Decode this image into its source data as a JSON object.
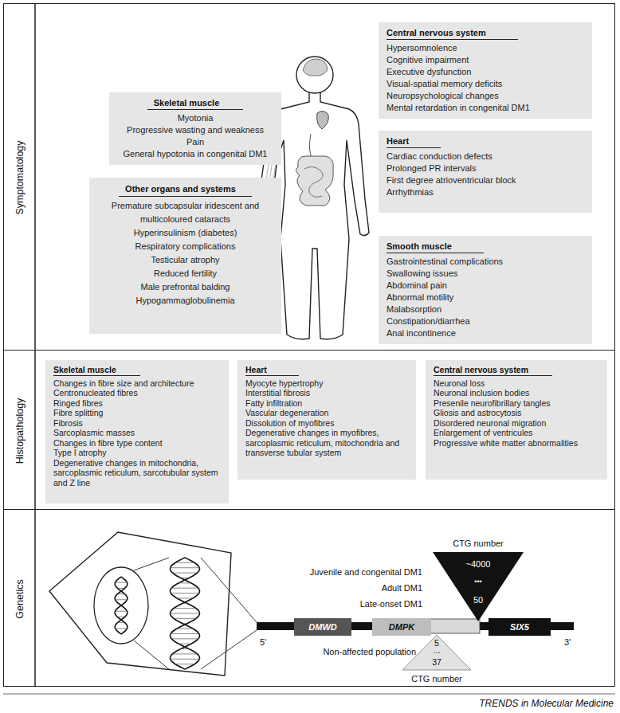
{
  "diagram": {
    "nodes": [
      {
        "text": [
          "Symptomatology"
        ]
      },
      {
        "text": [
          "Central nervous system",
          "Hypersomnolence",
          "Cognitive impairment",
          "Executive dysfunction",
          "Visual-spatial memory deficits",
          "Neuropsychological changes",
          "Mental retardation in congenital DM1"
        ],
        "in": 0
      },
      {
        "text": [
          "Skeletal muscle",
          "Myotonia",
          "Progressive wasting and weakness",
          "Pain",
          "General hypotonia in congenital DM1"
        ],
        "in": 0
      },
      {
        "text": [
          "Heart",
          "Cardiac conduction defects",
          "Prolonged PR intervals",
          "First degree atrioventricular block",
          "Arrhythmias"
        ],
        "in": 0
      },
      {
        "text": [
          "Other organs and systems",
          "Premature subcapsular iridescent and multicoloured cataracts",
          "Hyperinsulinism (diabetes)",
          "Respiratory complications",
          "Testicular atrophy",
          "Reduced fertility",
          "Male prefrontal balding",
          "Hypogammaglobulinemia"
        ],
        "in": 0
      },
      {
        "text": [
          "Smooth muscle",
          "Gastrointestinal complications",
          "Swallowing issues",
          "Abdominal pain",
          "Abnormal motility",
          "Malabsorption",
          "Constipation/diarrhea",
          "Anal incontinence"
        ],
        "in": 0
      },
      {
        "text": [
          "Histopathology"
        ]
      },
      {
        "text": [
          "Skeletal muscle",
          "Changes in fibre size and architecture",
          "Centronucleated fibres",
          "Ringed fibres",
          "Fibre splitting",
          "Fibrosis",
          "Sarcoplasmic masses",
          "Changes in fibre type content",
          "Type I atrophy",
          "Degenerative changes in mitochondria, sarcoplasmic reticulum, sarcotubular system and Z line"
        ],
        "in": 6
      },
      {
        "text": [
          "Heart",
          "Myocyte hypertrophy",
          "Interstitial fibrosis",
          "Fatty infiltration",
          "Vascular degeneration",
          "Dissolution of myofibres",
          "Degenerative changes in myofibres, sarcoplasmic reticulum, mitochondria and transverse tubular system"
        ],
        "in": 6
      },
      {
        "text": [
          "Central nervous system",
          "Neuronal loss",
          "Neuronal inclusion bodies",
          "Presenile neurofibrillary tangles",
          "Gliosis and astrocytosis",
          "Disordered neuronal migration",
          "Enlargement of ventricules",
          "Progressive white matter abnormalities"
        ],
        "in": 6
      },
      {
        "text": [
          "Genetics"
        ]
      },
      {
        "text": [
          "DMWD"
        ],
        "in": 10
      },
      {
        "text": [
          "DMPK"
        ],
        "in": 10
      },
      {
        "text": [
          "SIX5"
        ],
        "in": 10
      }
    ],
    "labels": [
      "CTG number",
      "~4000",
      "•••",
      "Juvenile and congenital DM1",
      "Adult DM1",
      "50",
      "Late-onset DM1",
      "5'",
      "3'",
      "5",
      "...",
      "Non-affected population",
      "37",
      "CTG number",
      "TRENDS in Molecular Medicine"
    ]
  }
}
